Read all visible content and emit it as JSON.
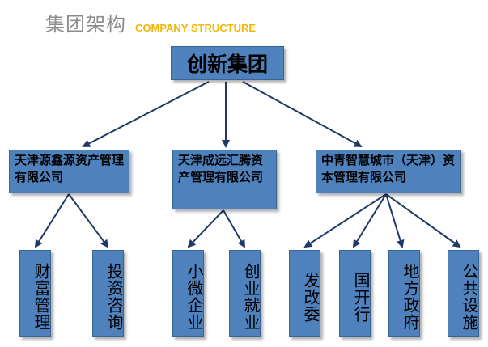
{
  "header": {
    "title_cn": "集团架构",
    "title_en": "COMPANY STRUCTURE"
  },
  "colors": {
    "node_fill": "#4f81bd",
    "arrow": "#1f3a66",
    "title_en": "#f2b705",
    "title_cn": "#8c8c8c"
  },
  "root": {
    "label": "创新集团"
  },
  "subsidiaries": [
    {
      "label": "天津源鑫源资产管理有限公司",
      "departments": [
        "财富管理",
        "投资咨询"
      ]
    },
    {
      "label": "天津成远汇腾资产管理有限公司",
      "departments": [
        "小微企业",
        "创业就业"
      ]
    },
    {
      "label": "中青智慧城市（天津）资本管理有限公司",
      "departments": [
        "发改委",
        "国开行",
        "地方政府",
        "公共设施"
      ]
    }
  ]
}
